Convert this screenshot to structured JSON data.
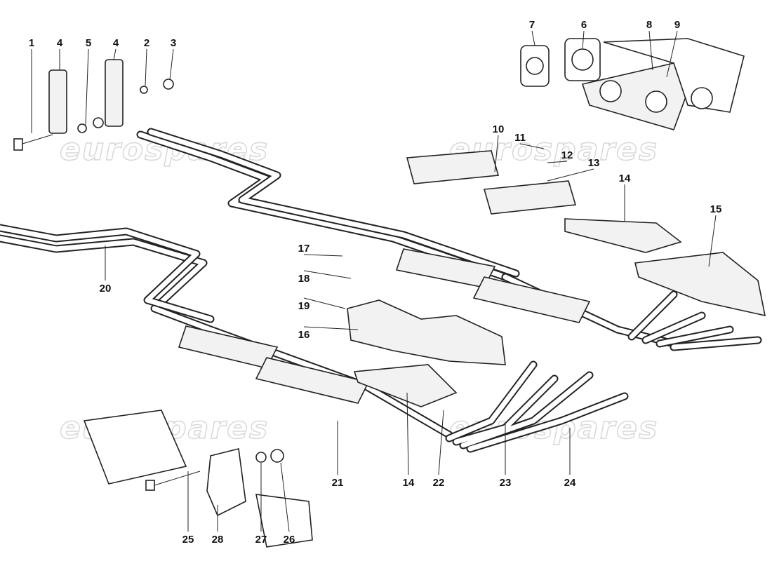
{
  "diagram": {
    "watermark": "eurospares",
    "callouts": [
      "1",
      "4",
      "5",
      "4",
      "2",
      "3",
      "7",
      "6",
      "8",
      "9",
      "10",
      "11",
      "12",
      "13",
      "14",
      "15",
      "17",
      "18",
      "19",
      "20",
      "16",
      "21",
      "14",
      "22",
      "23",
      "24",
      "25",
      "28",
      "27",
      "26"
    ]
  }
}
